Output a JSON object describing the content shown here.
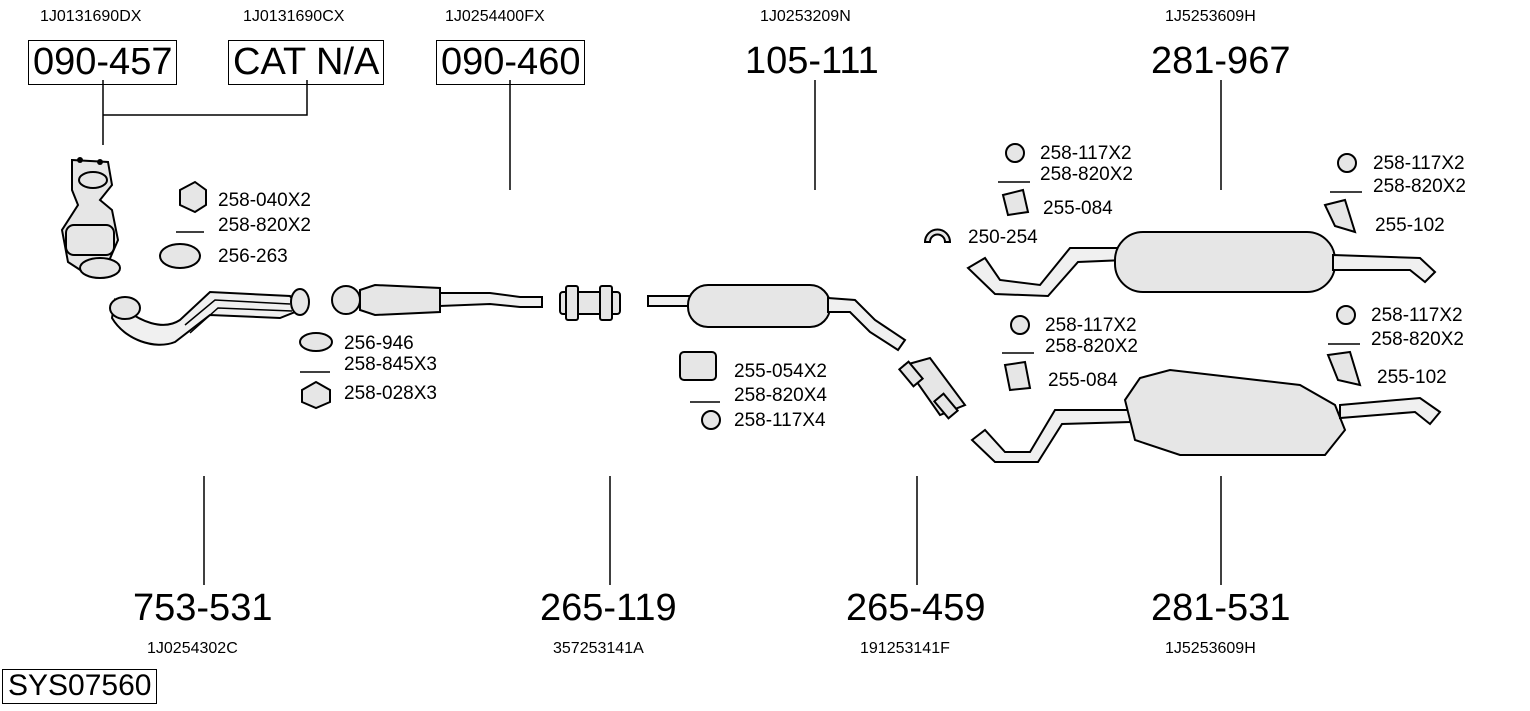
{
  "system_id": "SYS07560",
  "top_parts": [
    {
      "code": "090-457",
      "oe": "1J0131690DX"
    },
    {
      "code": "CAT N/A",
      "oe": "1J0131690CX"
    },
    {
      "code": "090-460",
      "oe": "1J0254400FX"
    },
    {
      "code": "105-111",
      "oe": "1J0253209N"
    },
    {
      "code": "281-967",
      "oe": "1J5253609H"
    }
  ],
  "bottom_parts": [
    {
      "code": "753-531",
      "oe": "1J0254302C"
    },
    {
      "code": "265-119",
      "oe": "357253141A"
    },
    {
      "code": "265-459",
      "oe": "191253141F"
    },
    {
      "code": "281-531",
      "oe": "1J5253609H"
    }
  ],
  "fittings": {
    "front_group": [
      "258-040X2",
      "258-820X2",
      "256-263"
    ],
    "mid_group": [
      "256-946",
      "258-845X3",
      "258-028X3"
    ],
    "center_group": [
      "255-054X2",
      "258-820X4",
      "258-117X4"
    ],
    "clamp": "250-254",
    "rear_upper_a": [
      "258-117X2",
      "258-820X2",
      "255-084"
    ],
    "rear_upper_b": [
      "258-117X2",
      "258-820X2",
      "255-102"
    ],
    "rear_lower_a": [
      "258-117X2",
      "258-820X2",
      "255-084"
    ],
    "rear_lower_b": [
      "258-117X2",
      "258-820X2",
      "255-102"
    ]
  }
}
